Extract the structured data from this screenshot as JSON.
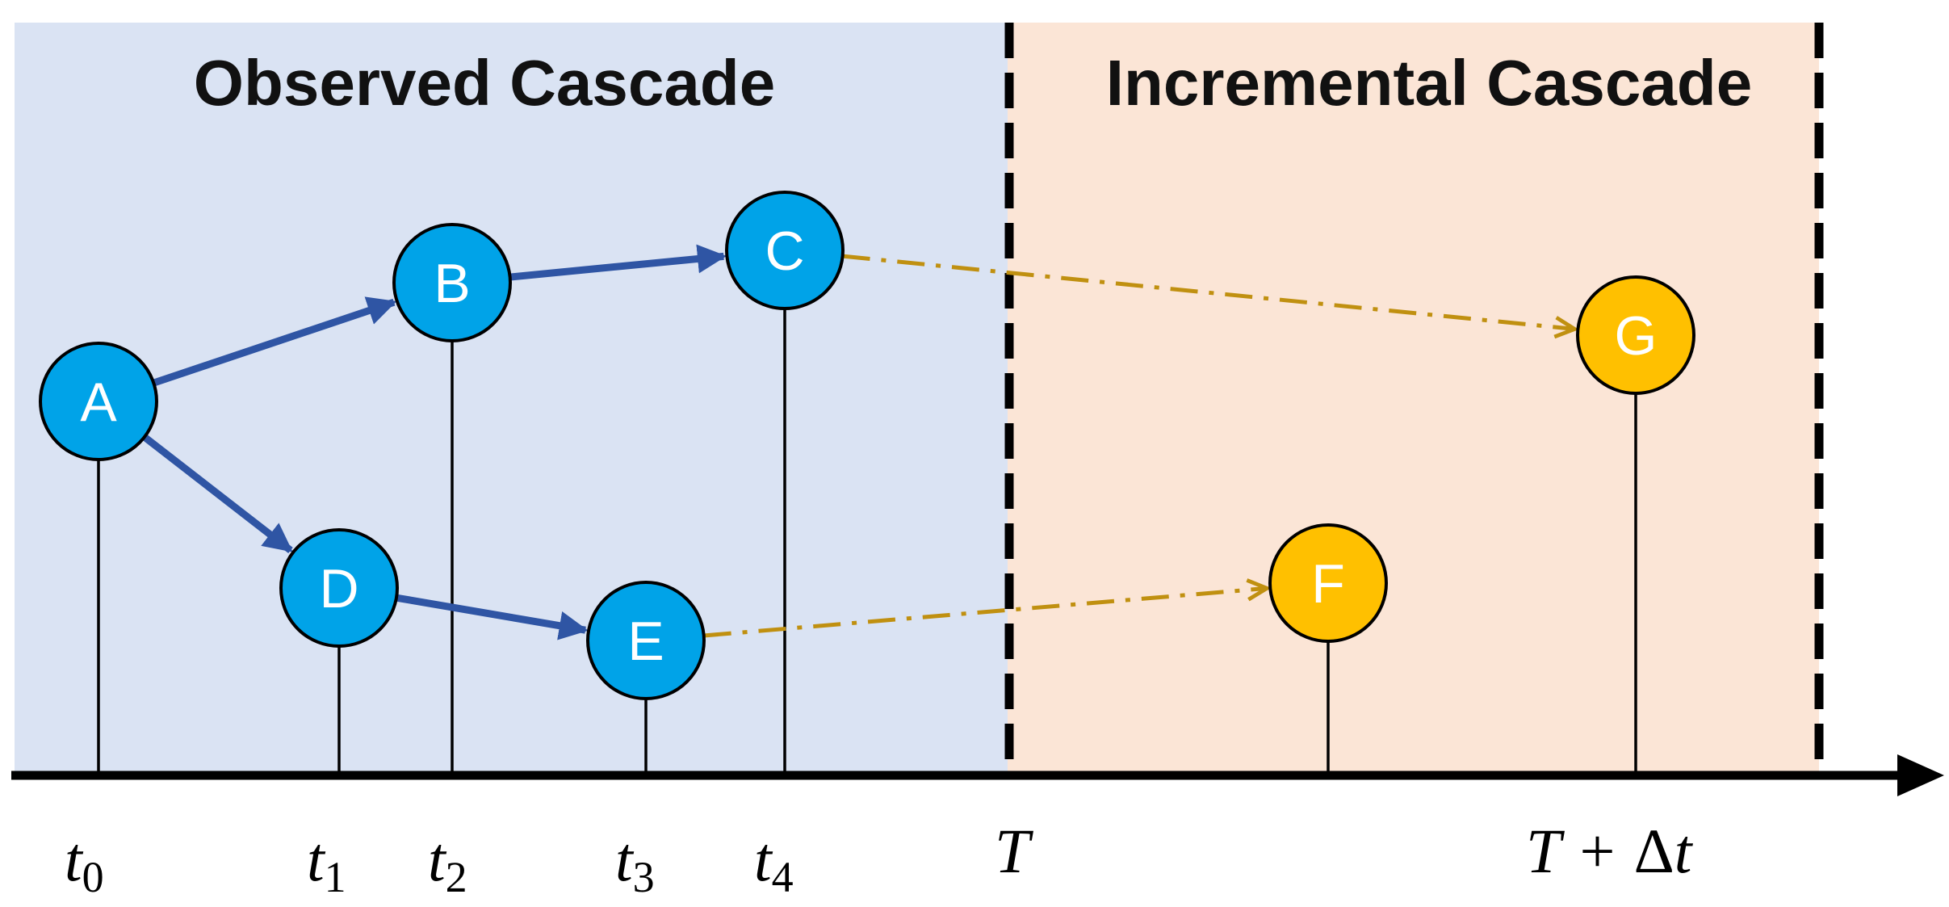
{
  "regions": {
    "observed": {
      "title": "Observed Cascade",
      "fill": "#dae3f3"
    },
    "incremental": {
      "title": "Incremental Cascade",
      "fill": "#fbe5d6"
    }
  },
  "colors": {
    "observed_node": "#00a3e8",
    "incremental_node": "#ffc000",
    "observed_edge": "#2f55a4",
    "incremental_edge": "#c09010",
    "axis": "#000000"
  },
  "nodes": [
    {
      "id": "A",
      "label": "A",
      "group": "observed"
    },
    {
      "id": "B",
      "label": "B",
      "group": "observed"
    },
    {
      "id": "C",
      "label": "C",
      "group": "observed"
    },
    {
      "id": "D",
      "label": "D",
      "group": "observed"
    },
    {
      "id": "E",
      "label": "E",
      "group": "observed"
    },
    {
      "id": "F",
      "label": "F",
      "group": "incremental"
    },
    {
      "id": "G",
      "label": "G",
      "group": "incremental"
    }
  ],
  "edges": [
    {
      "from": "A",
      "to": "B",
      "style": "solid"
    },
    {
      "from": "B",
      "to": "C",
      "style": "solid"
    },
    {
      "from": "A",
      "to": "D",
      "style": "solid"
    },
    {
      "from": "D",
      "to": "E",
      "style": "solid"
    },
    {
      "from": "C",
      "to": "G",
      "style": "dash-dot"
    },
    {
      "from": "E",
      "to": "F",
      "style": "dash-dot"
    }
  ],
  "time_labels": {
    "t0": {
      "base": "t",
      "sub": "0"
    },
    "t1": {
      "base": "t",
      "sub": "1"
    },
    "t2": {
      "base": "t",
      "sub": "2"
    },
    "t3": {
      "base": "t",
      "sub": "3"
    },
    "t4": {
      "base": "t",
      "sub": "4"
    },
    "T": {
      "base": "T"
    },
    "TD": {
      "pre": "T + ",
      "delta": "Δ",
      "post": "t"
    }
  }
}
